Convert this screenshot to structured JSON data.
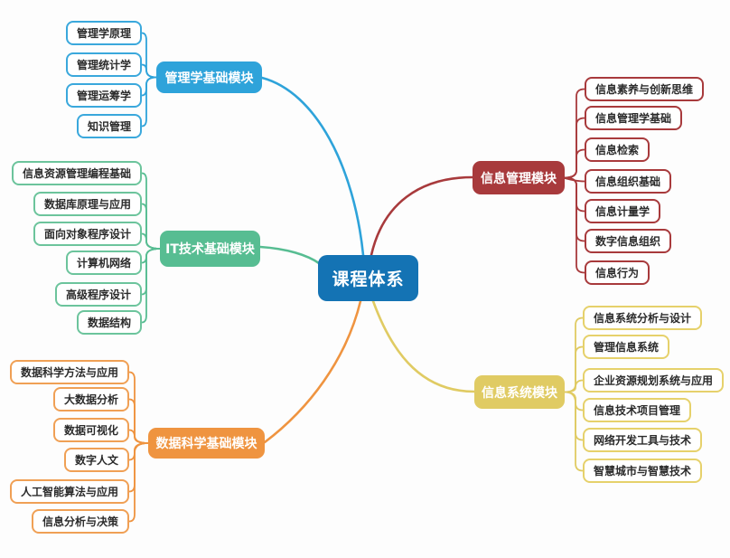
{
  "diagram_type": "mindmap",
  "background_color": "#fdfdfd",
  "center": {
    "label": "课程体系",
    "color": "#1473b4",
    "text_color": "#ffffff"
  },
  "branches": [
    {
      "label": "管理学基础模块",
      "color": "#2ea3da",
      "side": "left",
      "position": "top-left",
      "children": [
        "管理学原理",
        "管理统计学",
        "管理运筹学",
        "知识管理"
      ]
    },
    {
      "label": "IT技术基础模块",
      "color": "#57bd92",
      "side": "left",
      "position": "middle-left",
      "children": [
        "信息资源管理编程基础",
        "数据库原理与应用",
        "面向对象程序设计",
        "计算机网络",
        "高级程序设计",
        "数据结构"
      ]
    },
    {
      "label": "数据科学基础模块",
      "color": "#ef9440",
      "side": "left",
      "position": "bottom-left",
      "children": [
        "数据科学方法与应用",
        "大数据分析",
        "数据可视化",
        "数字人文",
        "人工智能算法与应用",
        "信息分析与决策"
      ]
    },
    {
      "label": "信息管理模块",
      "color": "#a83a3c",
      "side": "right",
      "position": "top-right",
      "children": [
        "信息素养与创新思维",
        "信息管理学基础",
        "信息检索",
        "信息组织基础",
        "信息计量学",
        "数字信息组织",
        "信息行为"
      ]
    },
    {
      "label": "信息系统模块",
      "color": "#e0cb63",
      "side": "right",
      "position": "bottom-right",
      "children": [
        "信息系统分析与设计",
        "管理信息系统",
        "企业资源规划系统与应用",
        "信息技术项目管理",
        "网络开发工具与技术",
        "智慧城市与智慧技术"
      ]
    }
  ]
}
